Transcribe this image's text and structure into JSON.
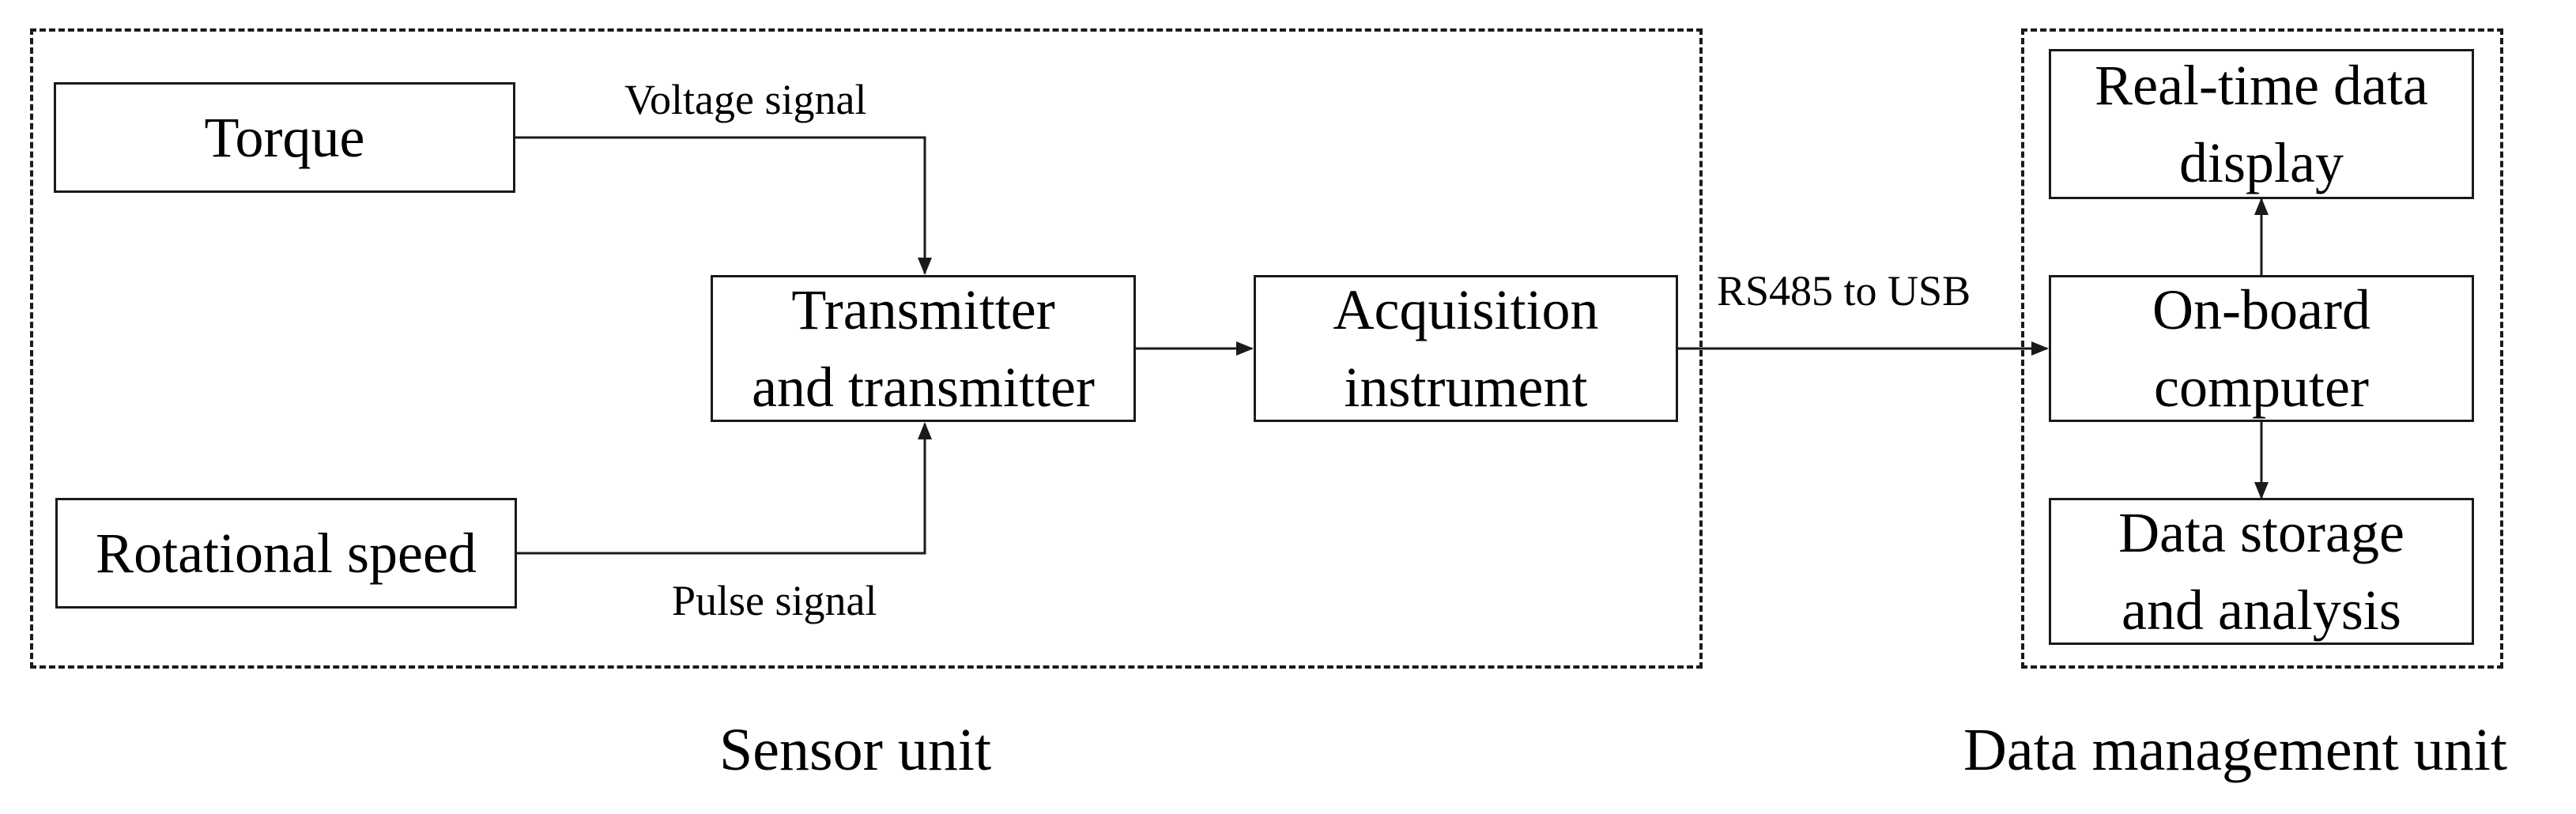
{
  "groups": {
    "sensor_unit": "Sensor unit",
    "data_management_unit": "Data management unit"
  },
  "blocks": {
    "torque": [
      "Torque"
    ],
    "rotational_speed": [
      "Rotational speed"
    ],
    "transmitter": [
      "Transmitter",
      "and transmitter"
    ],
    "acquisition": [
      "Acquisition",
      "instrument"
    ],
    "onboard_computer": [
      "On-board",
      "computer"
    ],
    "realtime_display": [
      "Real-time data",
      "display"
    ],
    "data_storage": [
      "Data storage",
      "and analysis"
    ]
  },
  "edges": {
    "voltage_signal": "Voltage signal",
    "pulse_signal": "Pulse signal",
    "rs485_to_usb": "RS485 to USB"
  },
  "colors": {
    "line": "#1a1a1a",
    "background": "#ffffff"
  }
}
